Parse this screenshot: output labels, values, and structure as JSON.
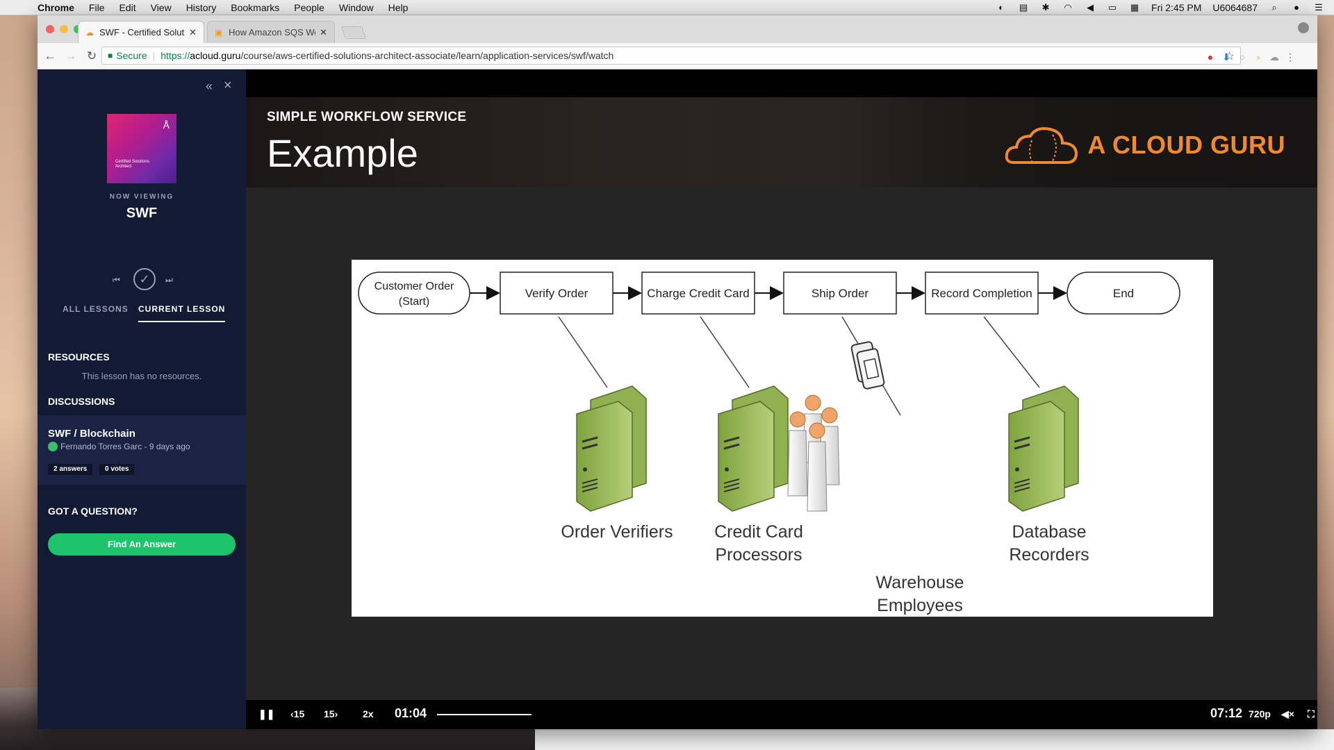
{
  "menubar": {
    "app": "Chrome",
    "items": [
      "File",
      "Edit",
      "View",
      "History",
      "Bookmarks",
      "People",
      "Window",
      "Help"
    ],
    "clock": "Fri 2:45 PM",
    "user": "U6064687"
  },
  "browser": {
    "tabs": [
      {
        "title": "SWF - Certified Solutions Arch",
        "active": true
      },
      {
        "title": "How Amazon SQS Works - Am",
        "active": false
      }
    ],
    "secure_label": "Secure",
    "url_scheme": "https://",
    "url_host": "acloud.guru",
    "url_path": "/course/aws-certified-solutions-architect-associate/learn/application-services/swf/watch"
  },
  "sidebar": {
    "cover_text": "Certified Solutions Architect",
    "now_viewing": "NOW VIEWING",
    "lesson_title": "SWF",
    "tabs": {
      "all": "ALL LESSONS",
      "current": "CURRENT LESSON"
    },
    "resources_heading": "RESOURCES",
    "no_resources": "This lesson has no resources.",
    "discussions_heading": "DISCUSSIONS",
    "discussion": {
      "title": "SWF / Blockchain",
      "meta": "Fernando Torres Garc - 9 days ago",
      "answers": "2 answers",
      "votes": "0 votes"
    },
    "question_heading": "GOT A QUESTION?",
    "find_button": "Find An Answer"
  },
  "video": {
    "section": "SIMPLE WORKFLOW SERVICE",
    "title": "Example",
    "brand": "A CLOUD GURU",
    "diagram": {
      "steps": [
        "Customer Order (Start)",
        "Verify Order",
        "Charge Credit Card",
        "Ship Order",
        "Record Completion",
        "End"
      ],
      "actors": [
        "Order Verifiers",
        "Credit Card Processors",
        "Warehouse Employees",
        "Database Recorders"
      ]
    },
    "controls": {
      "rewind": "‹15",
      "forward": "15›",
      "speed": "2x",
      "current_time": "01:04",
      "duration": "07:12",
      "quality": "720p"
    }
  }
}
